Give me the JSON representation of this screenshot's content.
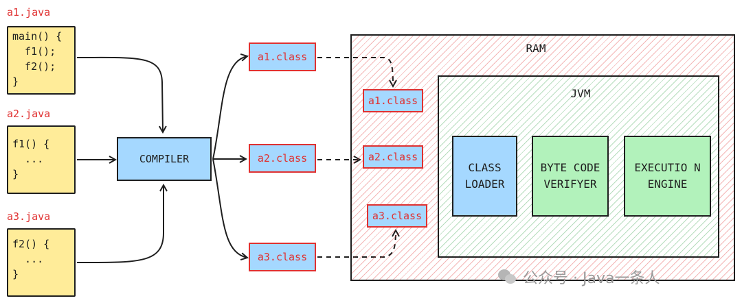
{
  "files": [
    {
      "name": "a1.java",
      "code": [
        "main() {",
        "  f1();",
        "  f2();",
        "}"
      ]
    },
    {
      "name": "a2.java",
      "code": [
        "f1() {",
        "  ...",
        "}"
      ]
    },
    {
      "name": "a3.java",
      "code": [
        "f2() {",
        "  ...",
        "}"
      ]
    }
  ],
  "compiler": {
    "label": "COMPILER"
  },
  "class_outputs": [
    "a1.class",
    "a2.class",
    "a3.class"
  ],
  "ram": {
    "label": "RAM",
    "loaded_classes": [
      "a1.class",
      "a2.class",
      "a3.class"
    ],
    "jvm": {
      "label": "JVM",
      "components": [
        "CLASS LOADER",
        "BYTE CODE VERIFYER",
        "EXECUTIO N ENGINE"
      ]
    }
  },
  "watermark": {
    "text": "公众号 · Java一条人"
  },
  "colors": {
    "code_fill": "#ffec99",
    "blue_fill": "#a5d8ff",
    "green_fill": "#b2f2bb",
    "red_accent": "#e03131",
    "stroke": "#1e1e1e"
  }
}
